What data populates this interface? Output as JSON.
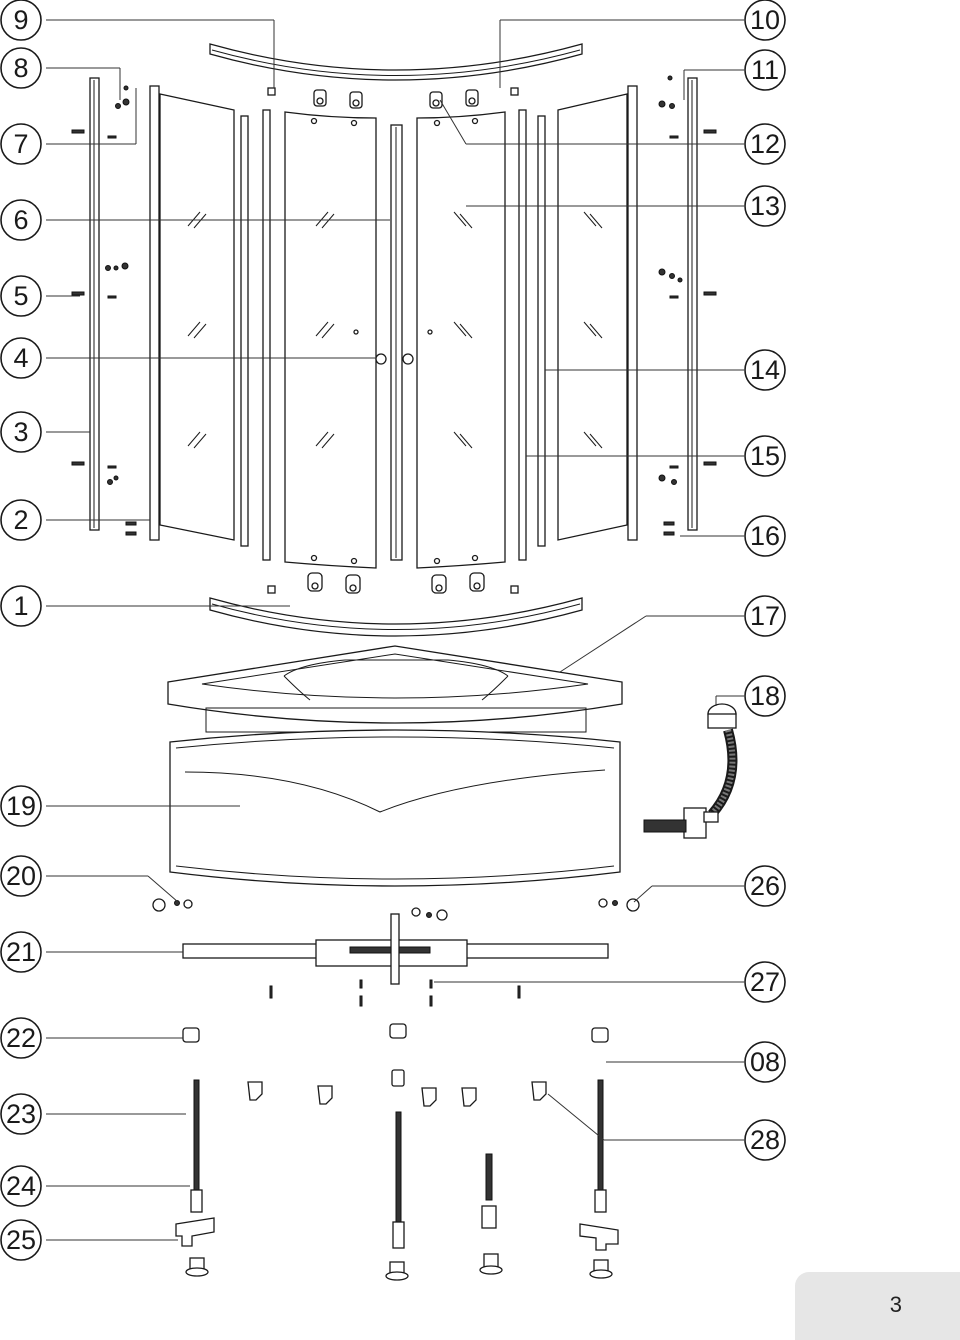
{
  "diagram": {
    "callouts_left": [
      "9",
      "8",
      "7",
      "6",
      "5",
      "4",
      "3",
      "2",
      "1",
      "19",
      "20",
      "21",
      "22",
      "23",
      "24",
      "25"
    ],
    "callouts_right": [
      "10",
      "11",
      "12",
      "13",
      "14",
      "15",
      "16",
      "17",
      "18",
      "26",
      "27",
      "08",
      "28"
    ]
  },
  "page": {
    "number": "3"
  }
}
